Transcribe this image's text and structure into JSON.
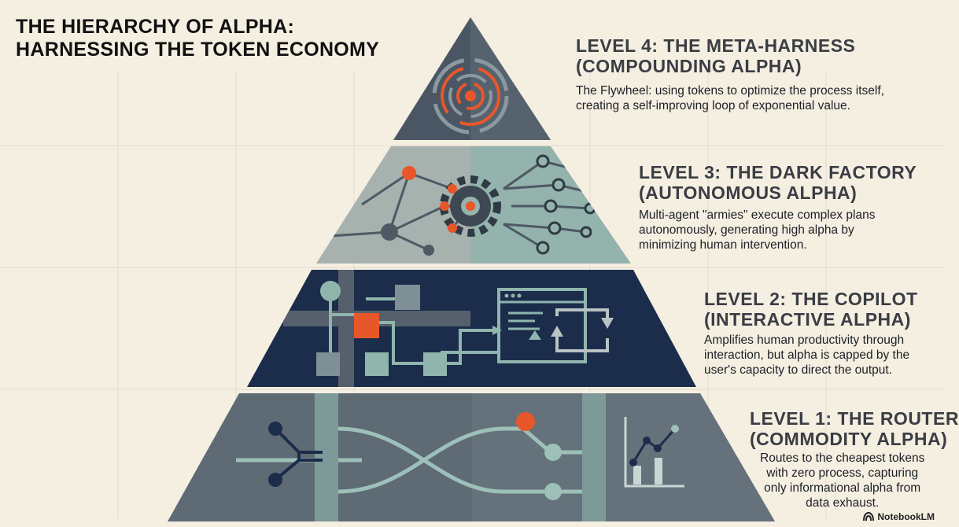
{
  "title": {
    "line1": "THE HIERARCHY OF ALPHA:",
    "line2": "HARNESSING THE TOKEN ECONOMY"
  },
  "levels": [
    {
      "title_line1": "LEVEL 4: THE META-HARNESS",
      "title_line2": "(COMPOUNDING ALPHA)",
      "desc_lines": [
        "The Flywheel: using tokens to optimize the process itself,",
        "creating a self-improving loop of exponential value."
      ]
    },
    {
      "title_line1": "LEVEL 3: THE DARK FACTORY",
      "title_line2": "(AUTONOMOUS ALPHA)",
      "desc_lines": [
        "Multi-agent \"armies\" execute complex plans",
        "autonomously, generating high alpha by",
        "minimizing human intervention."
      ]
    },
    {
      "title_line1": "LEVEL 2: THE COPILOT",
      "title_line2": "(INTERACTIVE ALPHA)",
      "desc_lines": [
        "Amplifies human productivity through",
        "interaction, but alpha is capped by the",
        "user's capacity to direct the output."
      ]
    },
    {
      "title_line1": "LEVEL  1: THE ROUTER",
      "title_line2": "(COMMODITY ALPHA)",
      "desc_lines": [
        "Routes to the cheapest tokens",
        "with zero process, capturing",
        "only informational alpha from",
        "data exhaust."
      ]
    }
  ],
  "brand": {
    "label": "NotebookLM",
    "icon": "notebooklm-logo-icon"
  },
  "colors": {
    "background": "#f5efe2",
    "tier4": "#4e5a66",
    "tier3": "#9fb5b0",
    "tier2": "#1d2e4d",
    "tier1": "#5e6a74",
    "accent": "#e8572a",
    "teal": "#9dc0b9"
  }
}
